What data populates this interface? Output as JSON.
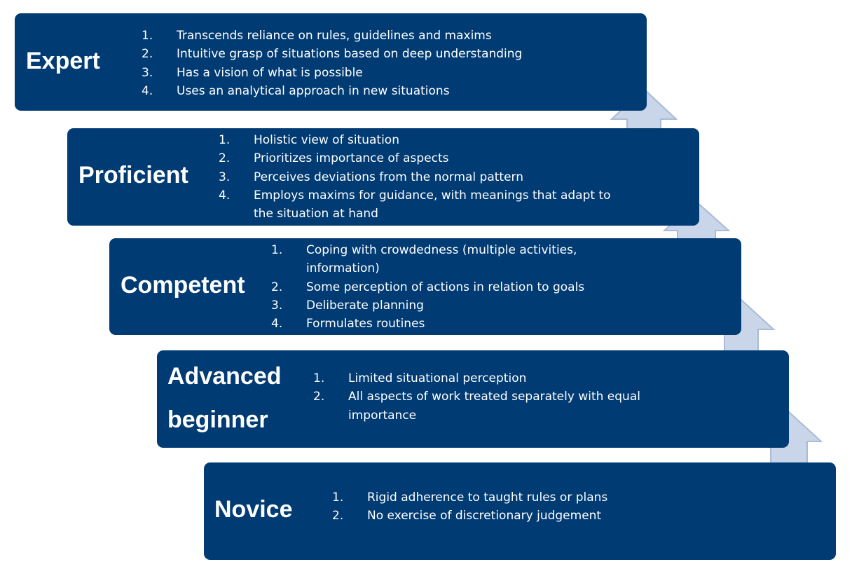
{
  "colors": {
    "box_fill": "#003b73",
    "text": "#ffffff",
    "arrow_fill": "#c9d5e8",
    "arrow_stroke": "#a9bbd6",
    "background": "#ffffff"
  },
  "levels": {
    "expert": {
      "title": "Expert",
      "items": [
        {
          "num": "1.",
          "text": "Transcends reliance on rules, guidelines and maxims"
        },
        {
          "num": "2.",
          "text": "Intuitive grasp of situations based on deep understanding"
        },
        {
          "num": "3.",
          "text": "Has a vision of what is possible"
        },
        {
          "num": "4.",
          "text": "Uses an analytical approach in new situations"
        }
      ]
    },
    "proficient": {
      "title": "Proficient",
      "items": [
        {
          "num": "1.",
          "text": "Holistic view of situation"
        },
        {
          "num": "2.",
          "text": "Prioritizes importance of aspects"
        },
        {
          "num": "3.",
          "text": "Perceives deviations from the normal pattern"
        },
        {
          "num": "4.",
          "text": "Employs maxims for guidance, with meanings that adapt to the situation at hand"
        }
      ]
    },
    "competent": {
      "title": "Competent",
      "items": [
        {
          "num": "1.",
          "text": "Coping with crowdedness (multiple activities, information)"
        },
        {
          "num": "2.",
          "text": "Some perception of actions in relation to goals"
        },
        {
          "num": "3.",
          "text": "Deliberate planning"
        },
        {
          "num": "4.",
          "text": "Formulates routines"
        }
      ]
    },
    "advanced_beginner": {
      "title_line1": "Advanced",
      "title_line2": "beginner",
      "items": [
        {
          "num": "1.",
          "text": "Limited situational perception"
        },
        {
          "num": "2.",
          "text": "All aspects of work treated separately with equal importance"
        }
      ]
    },
    "novice": {
      "title": "Novice",
      "items": [
        {
          "num": "1.",
          "text": "Rigid adherence to taught rules or plans"
        },
        {
          "num": "2.",
          "text": "No exercise of discretionary judgement"
        }
      ]
    }
  },
  "arrows": [
    {
      "name": "arrow-novice-to-advanced-beginner-icon",
      "direction": "up"
    },
    {
      "name": "arrow-advanced-beginner-to-competent-icon",
      "direction": "up"
    },
    {
      "name": "arrow-competent-to-proficient-icon",
      "direction": "up"
    },
    {
      "name": "arrow-proficient-to-expert-icon",
      "direction": "up"
    }
  ]
}
